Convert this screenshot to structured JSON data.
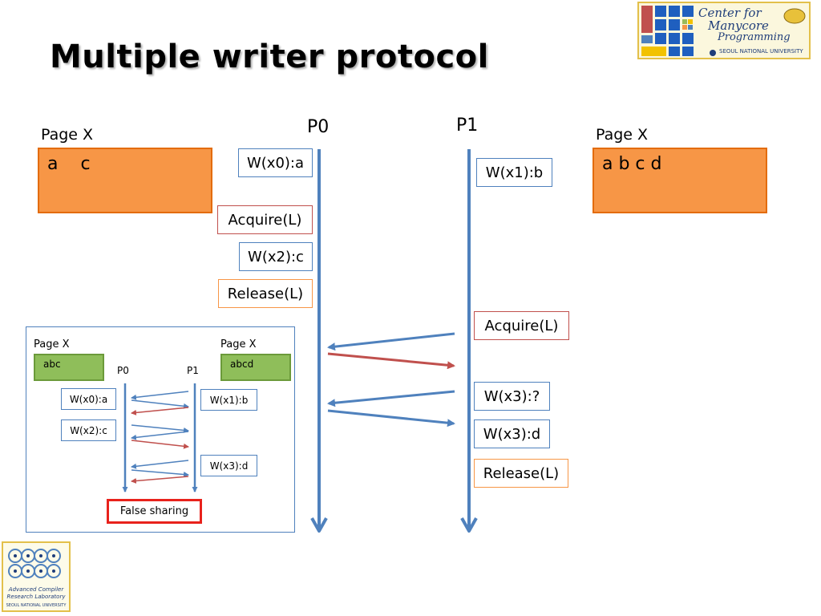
{
  "slide": {
    "title": "Multiple writer protocol"
  },
  "main": {
    "left_page": {
      "label": "Page X",
      "content": "a    c"
    },
    "right_page": {
      "label": "Page X",
      "content": "a b c d"
    },
    "p0_label": "P0",
    "p1_label": "P1",
    "p0_ops": [
      "W(x0):a",
      "Acquire(L)",
      "W(x2):c",
      "Release(L)"
    ],
    "p1_ops": [
      "W(x1):b",
      "Acquire(L)",
      "W(x3):?",
      "W(x3):d",
      "Release(L)"
    ],
    "colors": {
      "blue": "#4f81bd",
      "red": "#c0504d",
      "orange": "#f79646",
      "page_fill": "#f79646"
    }
  },
  "inset": {
    "left_page": {
      "label": "Page X",
      "content": "abc"
    },
    "right_page": {
      "label": "Page X",
      "content": "abcd"
    },
    "p0_label": "P0",
    "p1_label": "P1",
    "p0_ops": [
      "W(x0):a",
      "W(x2):c"
    ],
    "p1_ops": [
      "W(x1):b",
      "W(x3):d"
    ],
    "false_sharing": "False sharing",
    "colors": {
      "page_fill": "#8fbe5a",
      "alert": "#e8221c"
    }
  },
  "logos": {
    "center": {
      "line1": "Center for",
      "line2": "Manycore",
      "line3": "Programming",
      "university": "Seoul National University"
    },
    "lab": {
      "line1": "Advanced Compiler",
      "line2": "Research Laboratory",
      "university": "Seoul National University"
    }
  }
}
